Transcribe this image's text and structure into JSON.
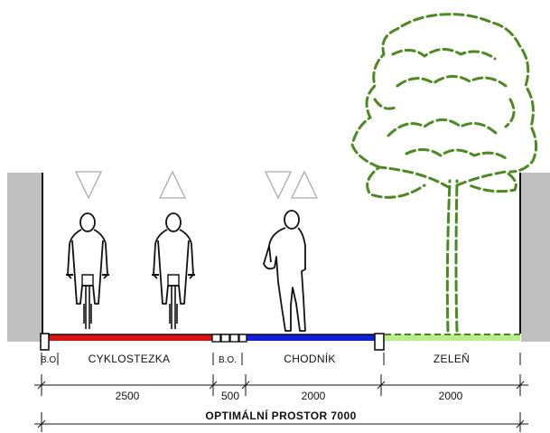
{
  "zones": {
    "bo_left": "B.O.",
    "bike_path": "CYKLOSTEZKA",
    "bo_middle": "B.O.",
    "sidewalk": "CHODNÍK",
    "greenery": "ZELEŇ"
  },
  "dimensions": {
    "bike_path": "2500",
    "buffer": "500",
    "sidewalk": "2000",
    "greenery": "2000"
  },
  "total_label": "OPTIMÁLNÍ PROSTOR 7000",
  "colors": {
    "bike_path": "#e01010",
    "sidewalk": "#1020e0",
    "greenery": "#b8ef8a",
    "tree": "#4a8a1e",
    "wall": "#c0c0c0"
  }
}
